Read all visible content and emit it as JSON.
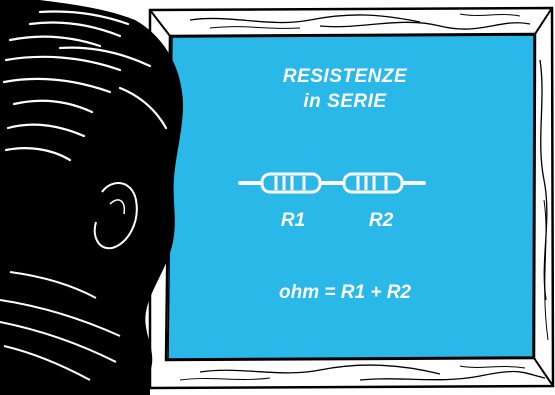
{
  "board": {
    "title_line1": "RESISTENZE",
    "title_line2": "in SERIE",
    "resistors": [
      {
        "label": "R1"
      },
      {
        "label": "R2"
      }
    ],
    "formula": "ohm = R1 + R2"
  },
  "colors": {
    "board": "#2ab8e8",
    "frame": "#ffffff",
    "ink": "#000000",
    "text": "#ffffff"
  },
  "icons": {
    "figure": "man-silhouette-icon",
    "component": "resistor-icon"
  }
}
